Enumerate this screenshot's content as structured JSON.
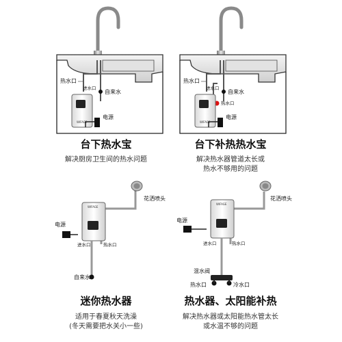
{
  "panels": [
    {
      "title": "台下热水宝",
      "desc_lines": [
        "解决厨房卫生间的热水问题"
      ],
      "labels": {
        "hot_outlet": "热水口",
        "cold_inlet": "进水口",
        "tap_water": "自来水",
        "power": "电源"
      }
    },
    {
      "title": "台下补热热水宝",
      "desc_lines": [
        "解决热水器管道太长或",
        "热水不够用的问题"
      ],
      "labels": {
        "hot_outlet": "热水口",
        "cold_inlet": "进水口",
        "hot_in": "热水口",
        "tap_water": "自来水",
        "power": "电源"
      }
    },
    {
      "title": "迷你热水器",
      "desc_lines": [
        "适用于春夏秋天洗澡",
        "(冬天需要把水关小一些)"
      ],
      "labels": {
        "shower": "花洒喷头",
        "power": "电源",
        "cold_inlet": "进水口",
        "hot_outlet": "热水口",
        "tap_water": "自来水"
      }
    },
    {
      "title": "热水器、太阳能补热",
      "desc_lines": [
        "解决热水器或太阳能热水管太长",
        "或水温不够的问题"
      ],
      "labels": {
        "shower": "花洒喷头",
        "power": "电源",
        "cold_inlet": "进水口",
        "hot_outlet": "热水口",
        "mixer": "混水阀",
        "hot_side": "热水口",
        "cold_side": "冷水口"
      }
    }
  ],
  "device_brand": "WIFAGE"
}
